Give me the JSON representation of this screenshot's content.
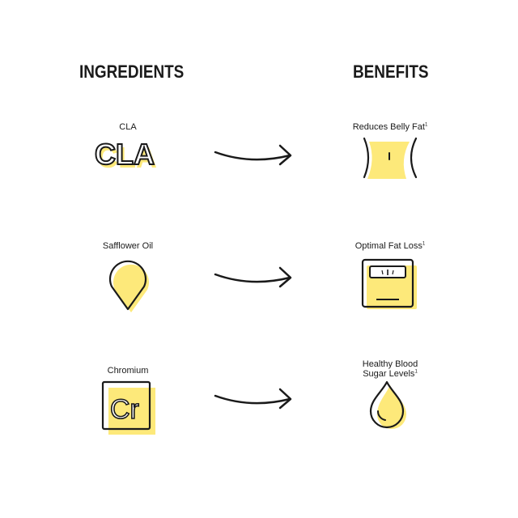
{
  "headings": {
    "ingredients": "INGREDIENTS",
    "benefits": "BENEFITS"
  },
  "rows": [
    {
      "ingredient": {
        "label": "CLA",
        "icon_text": "CLA",
        "icon": "cla-text-icon"
      },
      "benefit": {
        "label": "Reduces Belly Fat",
        "footnote": "1",
        "icon": "belly-waist-icon"
      }
    },
    {
      "ingredient": {
        "label": "Safflower Oil",
        "icon": "safflower-drop-icon"
      },
      "benefit": {
        "label": "Optimal Fat Loss",
        "footnote": "1",
        "icon": "scale-icon"
      }
    },
    {
      "ingredient": {
        "label": "Chromium",
        "icon_text": "Cr",
        "icon": "chromium-element-icon"
      },
      "benefit": {
        "label_line1": "Healthy Blood",
        "label_line2": "Sugar Levels",
        "footnote": "1",
        "icon": "blood-drop-icon"
      }
    }
  ],
  "colors": {
    "accent": "#fde97a",
    "ink": "#1a1a1a",
    "background": "#ffffff"
  }
}
